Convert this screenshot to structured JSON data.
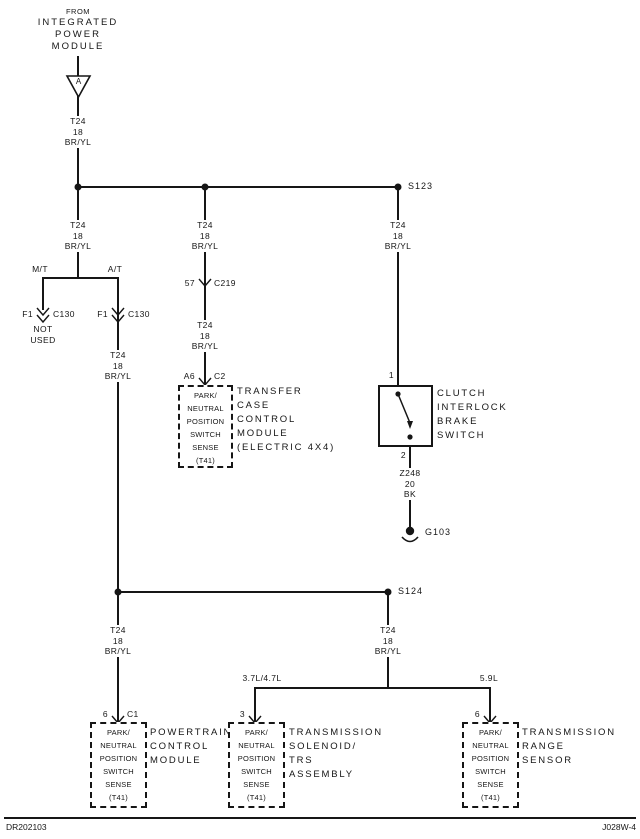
{
  "page": {
    "doc_code": "DR202103",
    "sheet_code": "J028W-4"
  },
  "source": {
    "from": "FROM",
    "line1": "INTEGRATED",
    "line2": "POWER",
    "line3": "MODULE",
    "connector_letter": "A"
  },
  "wire_t24": {
    "l1": "T24",
    "l2": "18",
    "l3": "BR/YL"
  },
  "wire_z248": {
    "l1": "Z248",
    "l2": "20",
    "l3": "BK"
  },
  "splices": {
    "s123": "S123",
    "s124": "S124"
  },
  "labels": {
    "mt": "M/T",
    "at": "A/T",
    "not_used_line1": "NOT",
    "not_used_line2": "USED",
    "engine_37_47": "3.7L/4.7L",
    "engine_59": "5.9L"
  },
  "connectors": {
    "c130_mt_pin": "F1",
    "c130_mt": "C130",
    "c130_at_pin": "F1",
    "c130_at": "C130",
    "c219_pin": "57",
    "c219": "C219",
    "c2_pin": "A6",
    "c2": "C2",
    "clutch_pin_in": "1",
    "clutch_pin_out": "2",
    "c1_pin": "6",
    "c1": "C1",
    "solenoid_pin": "3",
    "range_sensor_pin": "6"
  },
  "ground": {
    "g103": "G103"
  },
  "pnp_box": {
    "lines": [
      "PARK/",
      "NEUTRAL",
      "POSITION",
      "SWITCH",
      "SENSE",
      "(T41)"
    ]
  },
  "components": {
    "tccm": [
      "TRANSFER",
      "CASE",
      "CONTROL",
      "MODULE",
      "(ELECTRIC 4X4)"
    ],
    "clutch_switch": [
      "CLUTCH",
      "INTERLOCK",
      "BRAKE",
      "SWITCH"
    ],
    "pcm": [
      "POWERTRAIN",
      "CONTROL",
      "MODULE"
    ],
    "trans_solenoid": [
      "TRANSMISSION",
      "SOLENOID/",
      "TRS",
      "ASSEMBLY"
    ],
    "trans_range": [
      "TRANSMISSION",
      "RANGE",
      "SENSOR"
    ]
  }
}
